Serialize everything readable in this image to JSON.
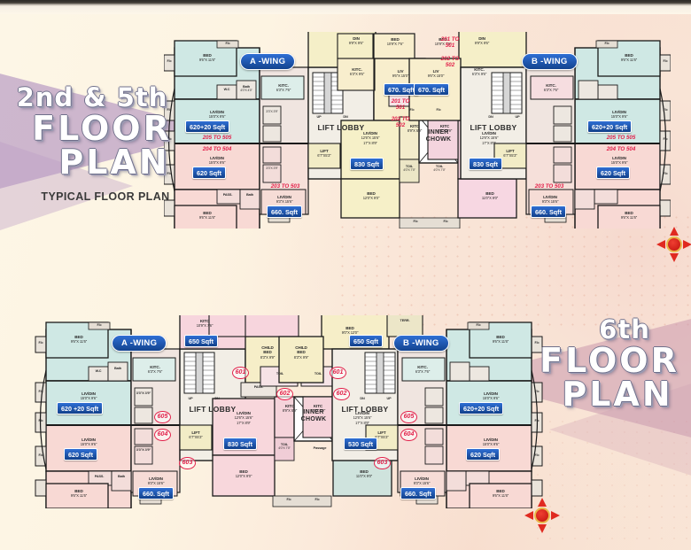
{
  "document": {
    "type": "architectural-floor-plan-brochure",
    "top_plan": {
      "title_line1": "2nd & 5th",
      "title_line2": "FLOOR",
      "title_line3": "PLAN",
      "subtitle": "TYPICAL FLOOR PLAN"
    },
    "bottom_plan": {
      "title_line1": "6th",
      "title_line2": "FLOOR",
      "title_line3": "PLAN",
      "subtitle": ""
    }
  },
  "wings": {
    "a": "A -WING",
    "b": "B -WING"
  },
  "common": {
    "lift_lobby": "LIFT LOBBY",
    "inner_chowk_l1": "INNER",
    "inner_chowk_l2": "CHOWK",
    "lift": "LIFT",
    "lift_dim": "6'7\"X5'3\"",
    "passage": "Passage",
    "pass": "PASS.",
    "up": "UP",
    "dn": "DN",
    "terr": "TERR.",
    "fb": "F.b",
    "wc": "W.C",
    "bath": "Bath",
    "toil": "TOIL",
    "kitc": "KITC",
    "bed": "BED",
    "liv": "LIV",
    "din": "DIN",
    "livdin": "LIV/DIN",
    "childbed_l1": "CHILD",
    "childbed_l2": "BED",
    "ut": "UT"
  },
  "colors": {
    "badge_blue": "#1c4fa1",
    "unit_red": "#e2214a",
    "wall": "#1a1a1a",
    "fill_mint": "#cfe8e4",
    "fill_pink": "#f6d4d6",
    "fill_rose": "#f3cfd9",
    "fill_cream": "#f5eec4",
    "fill_yellow": "#f2ecc2",
    "fill_peach": "#f6ded2",
    "fill_grey": "#e6e6e6",
    "fill_lilac": "#efd9ea",
    "background": "#fdf3e3"
  },
  "top_plan_units": {
    "a_wing": [
      {
        "sqft": "620+20 Sqft",
        "range_l1": "205 TO 505",
        "range_l2": ""
      },
      {
        "sqft": "620 Sqft",
        "range_l1": "204 TO 504",
        "range_l2": ""
      },
      {
        "sqft": "660. Sqft",
        "range_l1": "203 TO 503",
        "range_l2": ""
      },
      {
        "sqft": "670. Sqft",
        "range_l1": "201 TO",
        "range_l2": "501"
      },
      {
        "sqft": "830 Sqft",
        "range_l1": "202 TO",
        "range_l2": "502"
      }
    ],
    "b_wing": [
      {
        "sqft": "620+20 Sqft",
        "range_l1": "205 TO 505",
        "range_l2": ""
      },
      {
        "sqft": "620 Sqft",
        "range_l1": "204 TO 504",
        "range_l2": ""
      },
      {
        "sqft": "660. Sqft",
        "range_l1": "203 TO 503",
        "range_l2": ""
      },
      {
        "sqft": "670. Sqft",
        "range_l1": "201 TO",
        "range_l2": "501"
      },
      {
        "sqft": "830 Sqft",
        "range_l1": "202 TO",
        "range_l2": "502"
      }
    ]
  },
  "bottom_plan_units": {
    "a_wing": [
      {
        "sqft": "620 +20 Sqft",
        "unit": "605"
      },
      {
        "sqft": "620 Sqft",
        "unit": "604"
      },
      {
        "sqft": "660. Sqft",
        "unit": "603"
      },
      {
        "sqft": "650 Sqft",
        "unit": "601"
      },
      {
        "sqft": "830 Sqft",
        "unit": "602"
      }
    ],
    "b_wing": [
      {
        "sqft": "620+20 Sqft",
        "unit": "605"
      },
      {
        "sqft": "620 Sqft",
        "unit": "604"
      },
      {
        "sqft": "660. Sqft",
        "unit": "603"
      },
      {
        "sqft": "650 Sqft",
        "unit": "601"
      },
      {
        "sqft": "530 Sqft",
        "unit": "602"
      }
    ]
  },
  "rooms": {
    "bed_96_116": {
      "name": "BED",
      "dim": "9'6\"X 11'6\""
    },
    "bed_109_76": {
      "name": "BED",
      "dim": "10'9\"X 7'6\""
    },
    "bed_120_90": {
      "name": "BED",
      "dim": "12'0\"X 9'0\""
    },
    "bed_110_90": {
      "name": "BED",
      "dim": "11'0\"X 9'0\""
    },
    "bed_90_120": {
      "name": "BED",
      "dim": "9'0\"X 12'0\""
    },
    "livdin_150_96": {
      "name": "LIV/DIN",
      "dim": "15'0\"X 9'6\""
    },
    "livdin_93_156": {
      "name": "LIV/DIN",
      "dim": "9'3\"X 15'6\""
    },
    "livdin_126_156": {
      "name": "LIV/DIN",
      "dim": "12'6\"X 15'6\"",
      "dim2": "17\"X 8'9\""
    },
    "liv_96_150": {
      "name": "LIV",
      "dim": "9'6\"X 15'0\""
    },
    "din_99_96": {
      "name": "DIN",
      "dim": "9'9\"X 9'6\""
    },
    "kitc_63_76": {
      "name": "KITC.",
      "dim": "6'3\"X 7'6\""
    },
    "kitc_63_96": {
      "name": "KITC.",
      "dim": "6'3\"X 9'6\""
    },
    "kitc_89_59": {
      "name": "KITC",
      "dim": "8'9\"X 5'9\""
    },
    "kitc_70_70": {
      "name": "KITC",
      "dim": "7'0\"X 7'0\""
    },
    "kitc_109_76": {
      "name": "KITC",
      "dim": "10'9\"X 7'6\""
    },
    "toil_40_70": {
      "name": "TOIL",
      "dim": "4'0\"X 7'0\""
    },
    "toil_11_60": {
      "name": "TOIL",
      "dim": "11\"X 6'0\""
    },
    "bath_40_40": {
      "name": "Bath",
      "dim": "4'0\"X 4'0\""
    },
    "bath_66_40": {
      "name": "Bath",
      "dim": "6'6\"X 4'0\""
    },
    "wc_25_40": {
      "name": "W.C",
      "dim": "2'5\"X 4'0\""
    },
    "st_33_39": {
      "name": "Stor",
      "dim": "3'3\"X 3'9\""
    },
    "childbed_83_99": {
      "name": "CHILD BED",
      "dim": "8'3\"X 9'9\""
    },
    "bed_120_120": {
      "name": "BED",
      "dim": "12'0\"X 12'0\""
    },
    "pass_40_39": {
      "name": "PASS",
      "dim": "4'0\"X 3'9\""
    }
  }
}
